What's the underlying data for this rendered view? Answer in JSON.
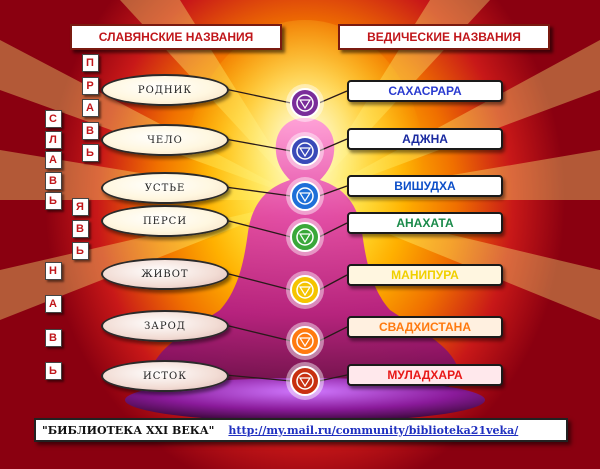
{
  "headers": {
    "slavic": "СЛАВЯНСКИЕ НАЗВАНИЯ",
    "vedic": "ВЕДИЧЕСКИЕ НАЗВАНИЯ"
  },
  "vertical_labels": {
    "prav": [
      "П",
      "Р",
      "А",
      "В",
      "Ь"
    ],
    "slav": [
      "С",
      "Л",
      "А",
      "В",
      "Ь"
    ],
    "yav": [
      "Я",
      "В",
      "Ь"
    ],
    "nav": [
      "Н",
      "А",
      "В",
      "Ь"
    ]
  },
  "chakras": [
    {
      "slavic": "РОДНИК",
      "vedic": "САХАСРАРА",
      "vedic_color": "#2a3bd0",
      "symbol_color": "#7a2d9a"
    },
    {
      "slavic": "ЧЕЛО",
      "vedic": "АДЖНА",
      "vedic_color": "#1a2aa0",
      "symbol_color": "#3a4ab8"
    },
    {
      "slavic": "УСТЬЕ",
      "vedic": "ВИШУДХА",
      "vedic_color": "#0c4ec8",
      "symbol_color": "#1e6fd8"
    },
    {
      "slavic": "ПЕРСИ",
      "vedic": "АНАХАТА",
      "vedic_color": "#1a8a4a",
      "symbol_color": "#3aa83a"
    },
    {
      "slavic": "ЖИВОТ",
      "vedic": "МАНИПУРА",
      "vedic_color": "#f0d000",
      "symbol_color": "#f5c400"
    },
    {
      "slavic": "ЗАРОД",
      "vedic": "СВАДХИСТАНА",
      "vedic_color": "#ff7a10",
      "symbol_color": "#ff7a10"
    },
    {
      "slavic": "ИСТОК",
      "vedic": "МУЛАДХАРА",
      "vedic_color": "#e81818",
      "symbol_color": "#c83010"
    }
  ],
  "footer": {
    "library": "\"БИБЛИОТЕКА XXI ВЕКА\"",
    "url": "http://my.mail.ru/community/biblioteka21veka/"
  },
  "colors": {
    "header_text": "#c0161a",
    "frame": "#7a1a10"
  }
}
